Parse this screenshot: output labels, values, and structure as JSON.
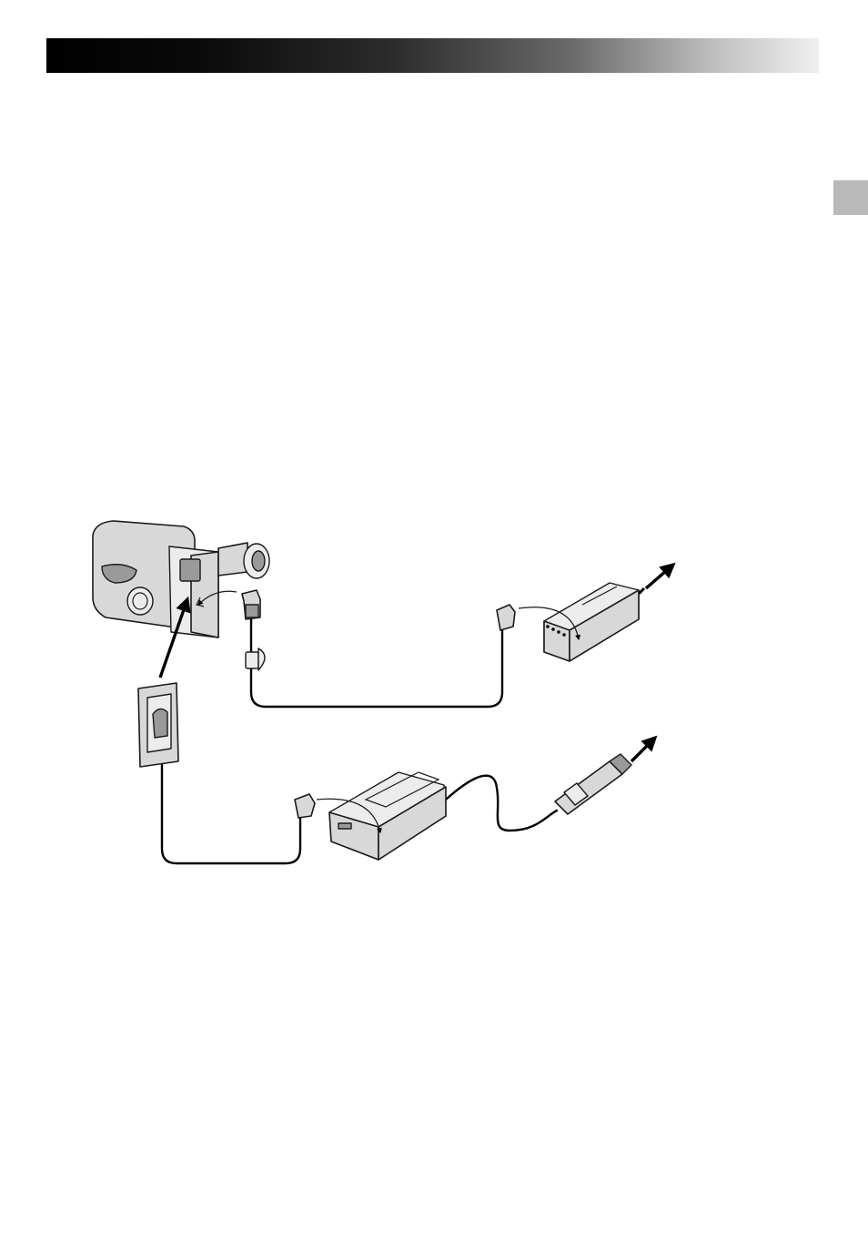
{
  "page": {
    "header_bar_colors": [
      "#000000",
      "#2c2c2c",
      "#6a6a6a",
      "#bdbdbd",
      "#f0f0f0"
    ],
    "section_tab_color": "#b9b9b9"
  },
  "diagram": {
    "items": [
      {
        "id": "camcorder",
        "icon": "camcorder-icon"
      },
      {
        "id": "cable-filter",
        "icon": "ferrite-core-icon"
      },
      {
        "id": "battery-adapter",
        "icon": "battery-adapter-icon"
      },
      {
        "id": "ac-power-adapter",
        "icon": "ac-adapter-icon"
      },
      {
        "id": "car-battery-charger",
        "icon": "charger-icon"
      },
      {
        "id": "cigarette-lighter-plug",
        "icon": "car-plug-icon"
      }
    ]
  }
}
